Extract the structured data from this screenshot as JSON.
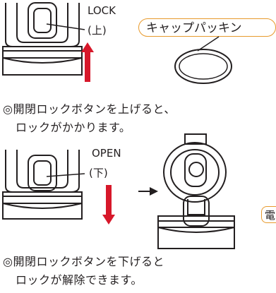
{
  "section_lock": {
    "label_en": "LOCK",
    "label_jp": "(上)",
    "caption_line1": "◎開閉ロックボタンを上げると、",
    "caption_line2": "ロックがかかります。"
  },
  "gasket": {
    "label": "キャップパッキン"
  },
  "section_open": {
    "label_en": "OPEN",
    "label_jp": "(下)",
    "caption_line1": "◎開閉ロックボタンを下げると",
    "caption_line2": "ロックが解除できます。"
  },
  "side_label": {
    "text": "電"
  },
  "colors": {
    "arrow_red": "#d7182a",
    "callout_orange": "#e89a2c",
    "line_black": "#231f20"
  }
}
